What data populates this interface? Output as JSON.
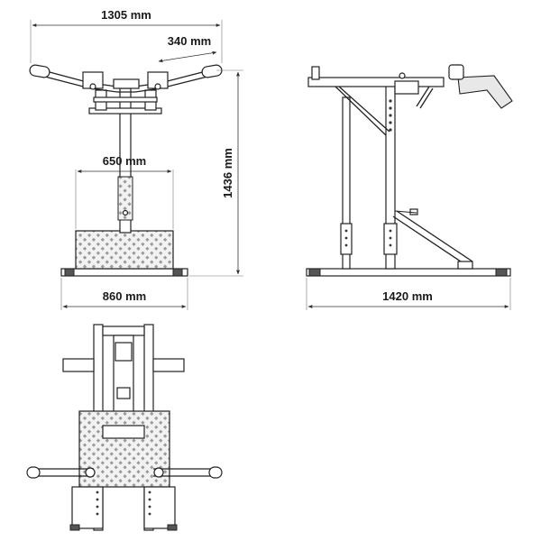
{
  "dimensions": {
    "overall_width": "1305 mm",
    "handle_spacing": "340 mm",
    "platform_width": "650 mm",
    "height": "1436 mm",
    "base_width": "860 mm",
    "depth": "1420 mm"
  },
  "colors": {
    "line": "#222222",
    "plate_fill": "#e8e8e8",
    "background": "#ffffff"
  }
}
